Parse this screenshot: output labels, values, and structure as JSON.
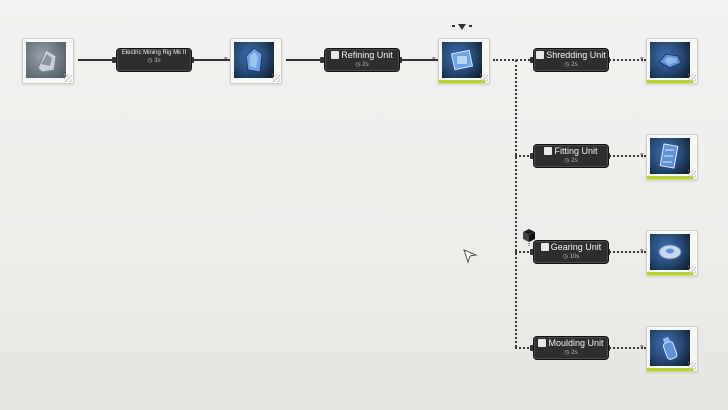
{
  "units": [
    {
      "id": "rig",
      "title": "Electric Mining Rig Mk II",
      "time": "3s"
    },
    {
      "id": "refining",
      "title": "Refining Unit",
      "time": "2s"
    },
    {
      "id": "shredding",
      "title": "Shredding Unit",
      "time": "2s"
    },
    {
      "id": "fitting",
      "title": "Fitting Unit",
      "time": "2s"
    },
    {
      "id": "gearing",
      "title": "Gearing Unit",
      "time": "10s"
    },
    {
      "id": "moulding",
      "title": "Moulding Unit",
      "time": "2s"
    }
  ],
  "symbols": {
    "equals": "=",
    "clock": "◷"
  },
  "colors": {
    "unit_bg": "#2d2e2f",
    "accent_bar": "#b6d22e",
    "ore_blue": "#3f6fb1"
  },
  "icons": [
    "ore-icon",
    "crystal-icon",
    "refined-material-icon",
    "shredded-icon",
    "fitted-part-icon",
    "gear-disc-icon",
    "moulded-bottle-icon",
    "cursor-icon",
    "cube-icon"
  ]
}
